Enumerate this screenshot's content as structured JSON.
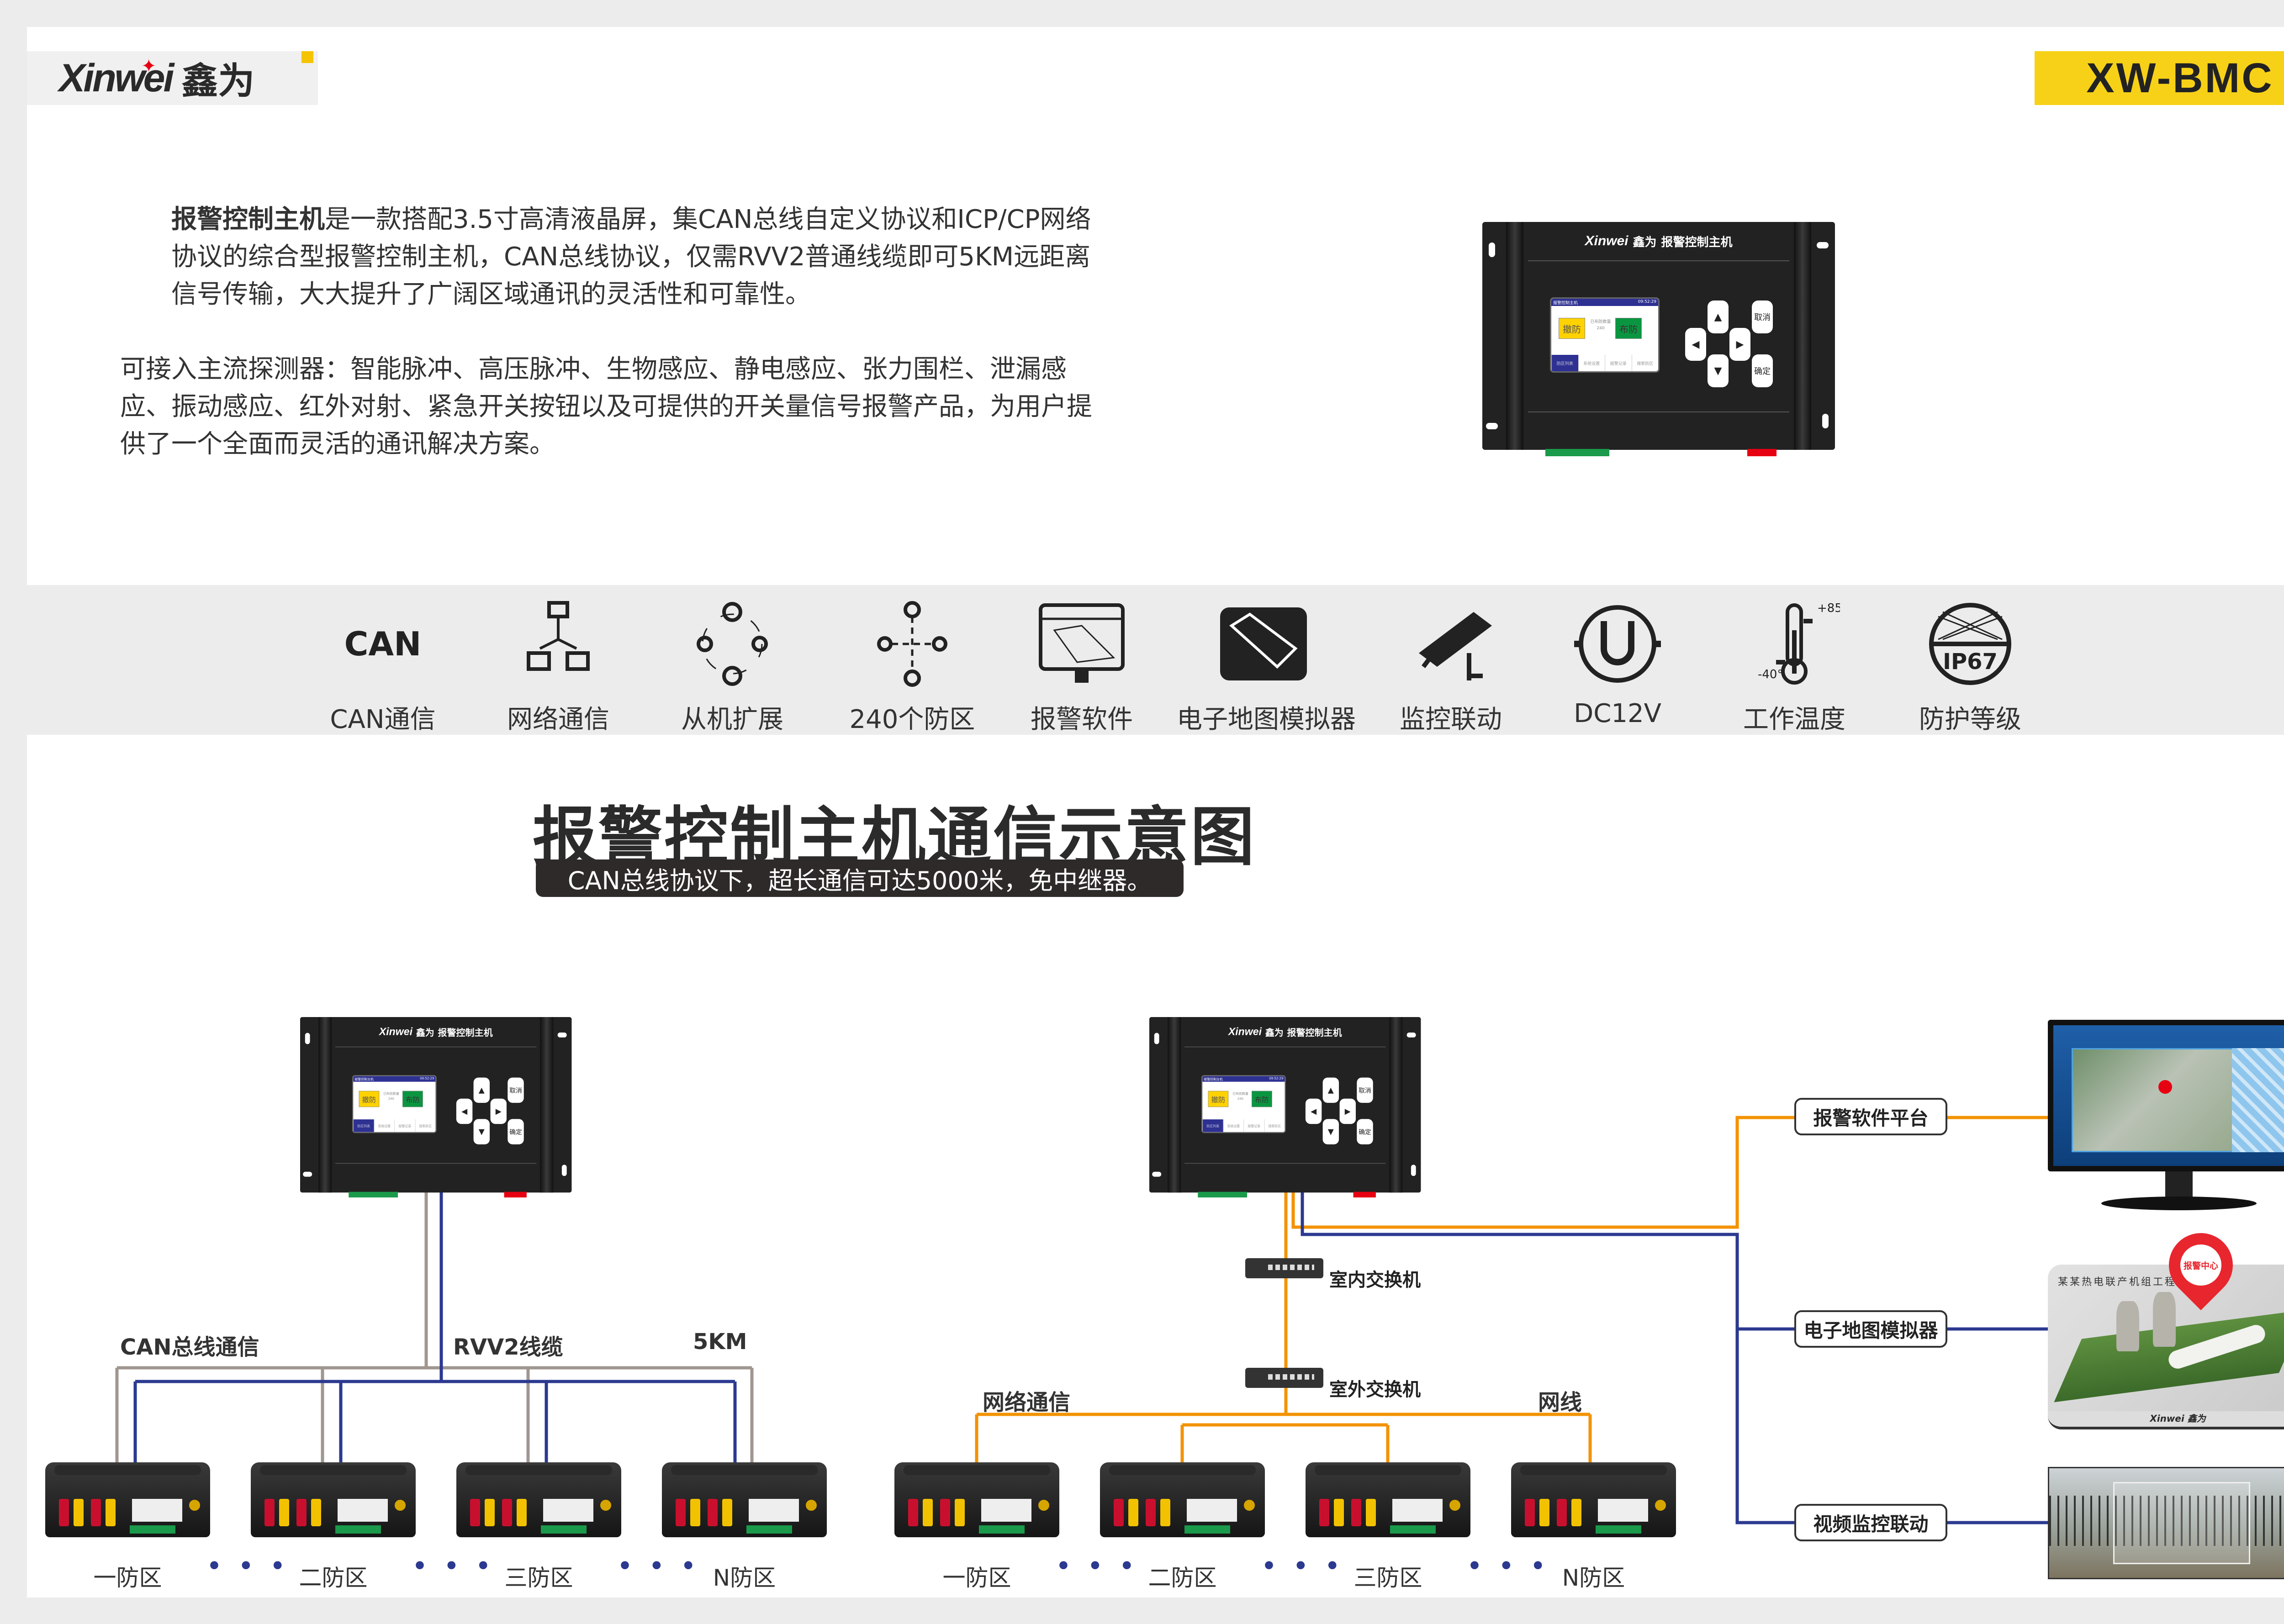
{
  "brand": {
    "logo_en": "Xinwei",
    "logo_cn": "鑫为",
    "model": "XW-BMC"
  },
  "intro": {
    "p1_bold": "报警控制主机",
    "p1_rest": "是一款搭配3.5寸高清液晶屏，集CAN总线自定义协议和ICP/CP网络协议的综合型报警控制主机，CAN总线协议，仅需RVV2普通线缆即可5KM远距离信号传输，大大提升了广阔区域通讯的灵活性和可靠性。",
    "p2": "可接入主流探测器：智能脉冲、高压脉冲、生物感应、静电感应、张力围栏、泄漏感应、振动感应、红外对射、紧急开关按钮以及可提供的开关量信号报警产品，为用户提供了一个全面而灵活的通讯解决方案。"
  },
  "device": {
    "header": "报警控制主机",
    "brand_en": "Xinwei",
    "brand_cn": "鑫为",
    "screen_title": "报警控制主机",
    "screen_time": "09:52:29",
    "disarm": "撤防",
    "arm": "布防",
    "armed_count_label": "已布防数量",
    "armed_count": "240",
    "tabs": [
      "防区列表",
      "系统设置",
      "报警记录",
      "搜索防区"
    ],
    "keys": {
      "up": "上",
      "down": "下",
      "left": "左",
      "right": "右",
      "cancel": "取消",
      "ok": "确定"
    }
  },
  "features": [
    {
      "icon": "can-icon",
      "label": "CAN通信"
    },
    {
      "icon": "network-icon",
      "label": "网络通信"
    },
    {
      "icon": "expansion-icon",
      "label": "从机扩展"
    },
    {
      "icon": "zones-icon",
      "label": "240个防区"
    },
    {
      "icon": "monitor-software-icon",
      "label": "报警软件"
    },
    {
      "icon": "map-simulator-icon",
      "label": "电子地图模拟器"
    },
    {
      "icon": "camera-icon",
      "label": "监控联动"
    },
    {
      "icon": "power-dc-icon",
      "label": "DC12V"
    },
    {
      "icon": "thermometer-icon",
      "label": "工作温度",
      "hi": "+85°",
      "lo": "-40°"
    },
    {
      "icon": "ip-rating-icon",
      "label": "防护等级",
      "badge": "IP67"
    }
  ],
  "diagram": {
    "title": "报警控制主机通信示意图",
    "subtitle": "CAN总线协议下，超长通信可达5000米，免中继器。",
    "left": {
      "can_label": "CAN总线通信",
      "cable_label": "RVV2线缆",
      "distance_label": "5KM",
      "zones": [
        "一防区",
        "二防区",
        "三防区",
        "N防区"
      ]
    },
    "right": {
      "network_label": "网络通信",
      "cable_label": "网线",
      "indoor_switch": "室内交换机",
      "outdoor_switch": "室外交换机",
      "zones": [
        "一防区",
        "二防区",
        "三防区",
        "N防区"
      ]
    },
    "outputs": {
      "software": "报警软件平台",
      "map": "电子地图模拟器",
      "video": "视频监控联动"
    },
    "map_card": {
      "project": "某某热电联产机组工程",
      "pin": "报警中心",
      "logo": "Xinwei 鑫为"
    },
    "dots": "• • •"
  },
  "colors": {
    "blue": "#2b3990",
    "orange": "#f39200",
    "gray": "#a09690",
    "yellow": "#f7d117"
  }
}
